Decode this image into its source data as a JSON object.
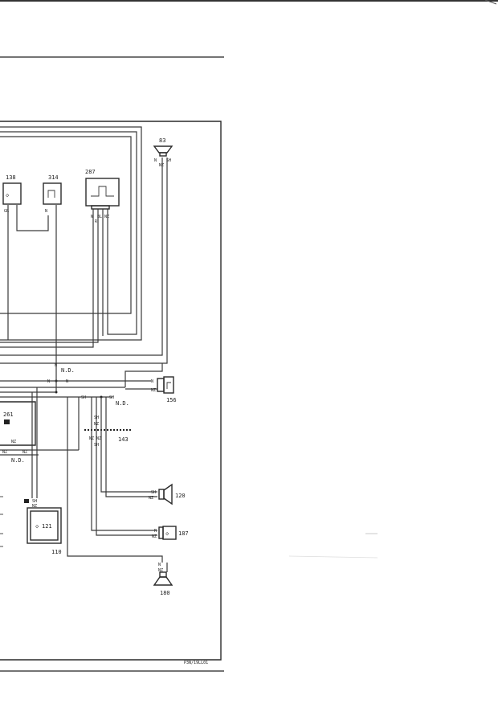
{
  "diagram": {
    "components": {
      "c83": "83",
      "c138": "138",
      "c314": "314",
      "c287": "287",
      "c156": "156",
      "c261": "261",
      "c143": "143",
      "c120": "120",
      "c187": "187",
      "c121": "121",
      "c110": "110",
      "c180": "180"
    },
    "wire_labels": {
      "nd1": "N.D.",
      "nd2": "N.D.",
      "nd3": "N.D.",
      "sh": "SH",
      "n": "N",
      "nz": "NZ",
      "gr": "GR",
      "bl": "BL",
      "r": "R"
    },
    "reference_code": "P3N/19LL01"
  }
}
